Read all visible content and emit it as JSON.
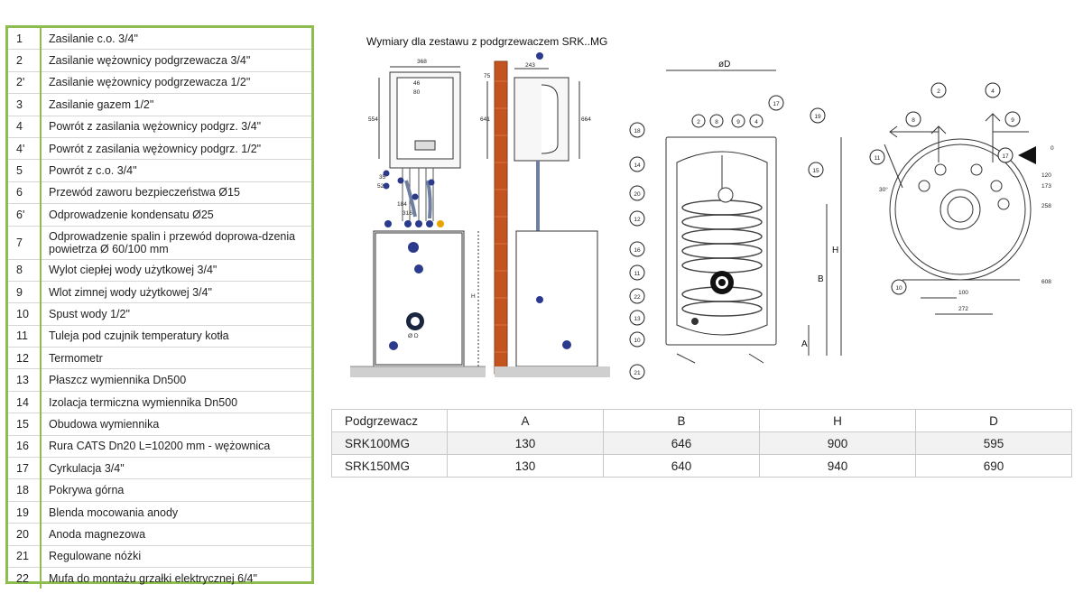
{
  "legend": [
    {
      "num": "1",
      "text": "Zasilanie c.o. 3/4\""
    },
    {
      "num": "2",
      "text": "Zasilanie wężownicy podgrzewacza 3/4\""
    },
    {
      "num": "2'",
      "text": "Zasilanie wężownicy podgrzewacza 1/2\""
    },
    {
      "num": "3",
      "text": "Zasilanie gazem 1/2\""
    },
    {
      "num": "4",
      "text": "Powrót z zasilania wężownicy podgrz. 3/4\""
    },
    {
      "num": "4'",
      "text": "Powrót z zasilania wężownicy podgrz. 1/2\""
    },
    {
      "num": "5",
      "text": "Powrót z c.o. 3/4\""
    },
    {
      "num": "6",
      "text": "Przewód zaworu bezpieczeństwa Ø15"
    },
    {
      "num": "6'",
      "text": "Odprowadzenie kondensatu Ø25"
    },
    {
      "num": "7",
      "text": "Odprowadzenie spalin i przewód doprowa-dzenia powietrza Ø 60/100 mm"
    },
    {
      "num": "8",
      "text": "Wylot ciepłej wody użytkowej 3/4\""
    },
    {
      "num": "9",
      "text": "Wlot zimnej wody użytkowej 3/4\""
    },
    {
      "num": "10",
      "text": "Spust wody 1/2\""
    },
    {
      "num": "11",
      "text": "Tuleja pod czujnik temperatury kotła"
    },
    {
      "num": "12",
      "text": "Termometr"
    },
    {
      "num": "13",
      "text": "Płaszcz wymiennika Dn500"
    },
    {
      "num": "14",
      "text": "Izolacja termiczna wymiennika Dn500"
    },
    {
      "num": "15",
      "text": "Obudowa wymiennika"
    },
    {
      "num": "16",
      "text": "Rura CATS Dn20 L=10200 mm - wężownica"
    },
    {
      "num": "17",
      "text": "Cyrkulacja 3/4\""
    },
    {
      "num": "18",
      "text": "Pokrywa górna"
    },
    {
      "num": "19",
      "text": "Blenda mocowania anody"
    },
    {
      "num": "20",
      "text": "Anoda magnezowa"
    },
    {
      "num": "21",
      "text": "Regulowane nóżki"
    },
    {
      "num": "22",
      "text": "Mufa do montażu grzałki elektrycznej 6/4\""
    }
  ],
  "diagram_title": "Wymiary dla zestawu z podgrzewaczem SRK..MG",
  "diagram_labels": {
    "front_width": "368",
    "front_height": "554",
    "front_small1": "46",
    "front_small2": "80",
    "dim_35": "35",
    "dim_52": "52",
    "dim_184": "184",
    "dim_316": "316",
    "h_label": "H",
    "od_label": "Ø D",
    "side_243": "243",
    "side_75": "75",
    "side_641": "641",
    "side_664": "664",
    "tank_od": "øD",
    "tank_h": "H",
    "tank_b": "B",
    "tank_a": "A",
    "top_0": "0",
    "top_120": "120",
    "top_173": "173",
    "top_258": "258",
    "top_608": "608",
    "top_100": "100",
    "top_272": "272",
    "top_angle": "30°"
  },
  "dimension_table": {
    "headers": [
      "Podgrzewacz",
      "A",
      "B",
      "H",
      "D"
    ],
    "rows": [
      [
        "SRK100MG",
        "130",
        "646",
        "900",
        "595"
      ],
      [
        "SRK150MG",
        "130",
        "640",
        "940",
        "690"
      ]
    ]
  },
  "colors": {
    "accent_green": "#8cbd4e",
    "callout_blue": "#2b3a8c",
    "brick": "#c4541f"
  }
}
